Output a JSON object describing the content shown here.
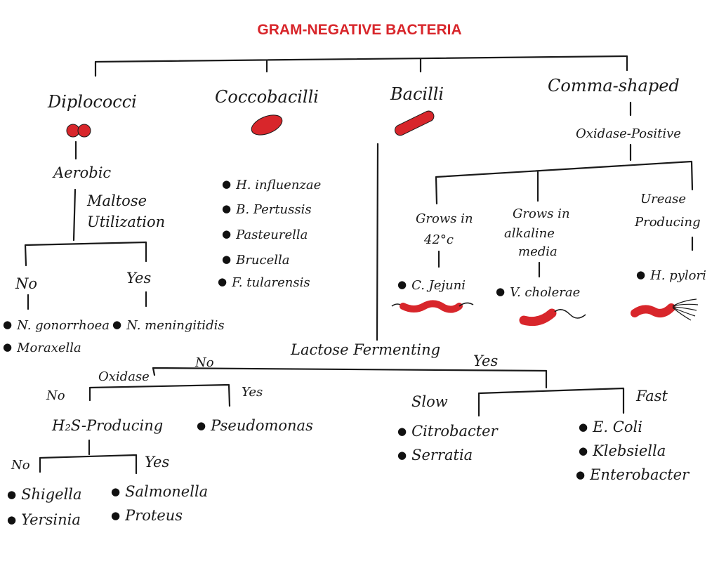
{
  "title": "GRAM-NEGATIVE BACTERIA",
  "colors": {
    "title": "#d8262b",
    "bacteria": "#d8262b",
    "ink": "#1a1a1a"
  },
  "categories": {
    "diplococci": {
      "label": "Diplococci",
      "aerobic": "Aerobic",
      "maltose": [
        "Maltose",
        "Utilization"
      ],
      "no": "No",
      "yes": "Yes",
      "no_items": [
        "N. gonorrhoea",
        "Moraxella"
      ],
      "yes_items": [
        "N. meningitidis"
      ]
    },
    "coccobacilli": {
      "label": "Coccobacilli",
      "items": [
        "H. influenzae",
        "B. Pertussis",
        "Pasteurella",
        "Brucella",
        "F. tularensis"
      ]
    },
    "bacilli": {
      "label": "Bacilli",
      "lactose": "Lactose Fermenting",
      "no": "No",
      "yes": "Yes",
      "oxidase": "Oxidase",
      "ox_no": "No",
      "ox_yes": "Yes",
      "h2s": "H₂S-Producing",
      "pseudomonas": "Pseudomonas",
      "h2s_no": "No",
      "h2s_yes": "Yes",
      "h2s_no_items": [
        "Shigella",
        "Yersinia"
      ],
      "h2s_yes_items": [
        "Salmonella",
        "Proteus"
      ],
      "slow": "Slow",
      "fast": "Fast",
      "slow_items": [
        "Citrobacter",
        "Serratia"
      ],
      "fast_items": [
        "E. Coli",
        "Klebsiella",
        "Enterobacter"
      ]
    },
    "comma": {
      "label": "Comma-shaped",
      "oxidase": "Oxidase-Positive",
      "grows42": [
        "Grows in",
        "42°c"
      ],
      "alkaline": [
        "Grows in",
        "alkaline",
        "media"
      ],
      "urease": [
        "Urease",
        "Producing"
      ],
      "cjejuni": "C. Jejuni",
      "vcholerae": "V. cholerae",
      "hpylori": "H. pylori"
    }
  }
}
